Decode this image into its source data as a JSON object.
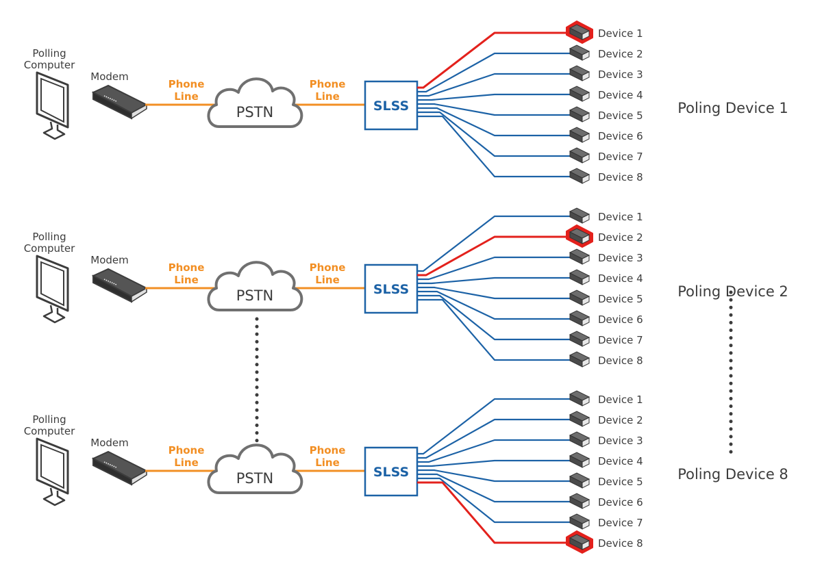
{
  "labels": {
    "polling_computer": [
      "Polling",
      "Computer"
    ],
    "modem": "Modem",
    "phone_line": [
      "Phone",
      "Line"
    ],
    "pstn": "PSTN",
    "slss": "SLSS"
  },
  "colors": {
    "orange": "#f28f24",
    "blue": "#1c62a6",
    "red": "#e3211c",
    "dark": "#3c3c3c",
    "gray": "#707070"
  },
  "rows": [
    {
      "polling_label": "Poling Device 1",
      "active_device": 1,
      "devices": [
        "Device 1",
        "Device 2",
        "Device 3",
        "Device 4",
        "Device 5",
        "Device 6",
        "Device 7",
        "Device 8"
      ]
    },
    {
      "polling_label": "Poling Device 2",
      "active_device": 2,
      "devices": [
        "Device 1",
        "Device 2",
        "Device 3",
        "Device 4",
        "Device 5",
        "Device 6",
        "Device 7",
        "Device 8"
      ]
    },
    {
      "polling_label": "Poling Device 8",
      "active_device": 8,
      "devices": [
        "Device 1",
        "Device 2",
        "Device 3",
        "Device 4",
        "Device 5",
        "Device 6",
        "Device 7",
        "Device 8"
      ]
    }
  ]
}
